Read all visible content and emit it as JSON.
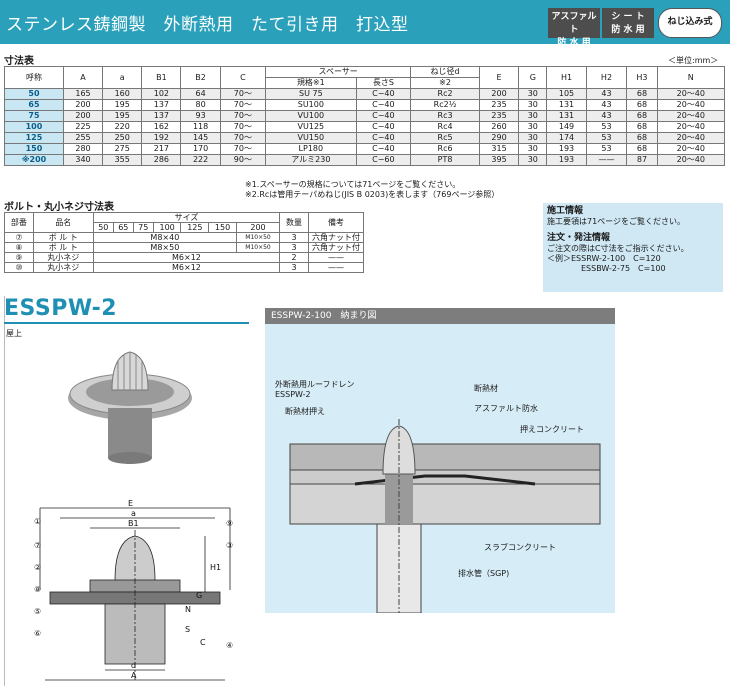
{
  "header": {
    "title": "ステンレス鋳鋼製　外断熱用　たて引き用　打込型",
    "badges": [
      {
        "l1": "アスファルト",
        "l2": "防 水 用"
      },
      {
        "l1": "シ ー ト",
        "l2": "防 水 用"
      },
      {
        "l1": "ねじ込み式",
        "l2": ""
      }
    ]
  },
  "dims": {
    "title": "寸法表",
    "unit": "＜単位:mm＞",
    "h": [
      "呼称",
      "A",
      "a",
      "B1",
      "B2",
      "C",
      "スペーサー",
      "ねじ径d",
      "E",
      "G",
      "H1",
      "H2",
      "H3",
      "N"
    ],
    "h_sub": [
      "規格※1",
      "長さS",
      "※2"
    ],
    "rows": [
      [
        "50",
        "165",
        "160",
        "102",
        "64",
        "70〜",
        "SU 75",
        "C−40",
        "Rc2",
        "200",
        "30",
        "105",
        "43",
        "68",
        "20〜40"
      ],
      [
        "65",
        "200",
        "195",
        "137",
        "80",
        "70〜",
        "SU100",
        "C−40",
        "Rc2½",
        "235",
        "30",
        "131",
        "43",
        "68",
        "20〜40"
      ],
      [
        "75",
        "200",
        "195",
        "137",
        "93",
        "70〜",
        "VU100",
        "C−40",
        "Rc3",
        "235",
        "30",
        "131",
        "43",
        "68",
        "20〜40"
      ],
      [
        "100",
        "225",
        "220",
        "162",
        "118",
        "70〜",
        "VU125",
        "C−40",
        "Rc4",
        "260",
        "30",
        "149",
        "53",
        "68",
        "20〜40"
      ],
      [
        "125",
        "255",
        "250",
        "192",
        "145",
        "70〜",
        "VU150",
        "C−40",
        "Rc5",
        "290",
        "30",
        "174",
        "53",
        "68",
        "20〜40"
      ],
      [
        "150",
        "280",
        "275",
        "217",
        "170",
        "70〜",
        "LP180",
        "C−40",
        "Rc6",
        "315",
        "30",
        "193",
        "53",
        "68",
        "20〜40"
      ],
      [
        "※200",
        "340",
        "355",
        "286",
        "222",
        "90〜",
        "アルミ230",
        "C−60",
        "PT8",
        "395",
        "30",
        "193",
        "——",
        "87",
        "20〜40"
      ]
    ],
    "note1": "※1.スペーサーの規格については71ページをご覧ください。",
    "note2": "※2.Rcは管用テーパめねじ(JIS B 0203)を表します（769ページ参照）"
  },
  "bolts": {
    "title": "ボルト・丸小ネジ寸法表",
    "h": [
      "部番",
      "品名",
      "サイズ",
      "数量",
      "備考"
    ],
    "sizes": [
      "50",
      "65",
      "75",
      "100",
      "125",
      "150",
      "200"
    ],
    "rows": [
      [
        "⑦",
        "ボ ル ト",
        "M8×40",
        "M10×50",
        "3",
        "六角ナット付"
      ],
      [
        "⑧",
        "ボ ル ト",
        "M8×50",
        "M10×50",
        "3",
        "六角ナット付"
      ],
      [
        "⑨",
        "丸小ネジ",
        "M6×12",
        "",
        "2",
        "——"
      ],
      [
        "⑩",
        "丸小ネジ",
        "M6×12",
        "",
        "3",
        "——"
      ]
    ]
  },
  "info": {
    "h1": "施工情報",
    "t1": "施工要領は71ページをご覧ください。",
    "h2": "注文・発注情報",
    "t2": "ご注文の際はC寸法をご指示ください。",
    "t3": "＜例＞ESSRW-2-100　C=120",
    "t4": "ESSBW-2-75　C=100"
  },
  "product": {
    "model": "ESSPW-2",
    "category": "屋上"
  },
  "diagram": {
    "title": "ESSPW-2-100　納まり図",
    "labels": [
      "外断熱用ルーフドレン",
      "ESSPW-2",
      "断熱材押え",
      "断熱材",
      "アスファルト防水",
      "押えコンクリート",
      "スラブコンクリート",
      "排水管（SGP)"
    ]
  },
  "drawing": {
    "dims": [
      "E",
      "a",
      "B1",
      "G",
      "H1",
      "N",
      "S",
      "C",
      "d",
      "A"
    ],
    "parts": [
      "①",
      "⑦",
      "②",
      "⑧",
      "⑤",
      "⑥",
      "⑨",
      "③",
      "④"
    ]
  }
}
